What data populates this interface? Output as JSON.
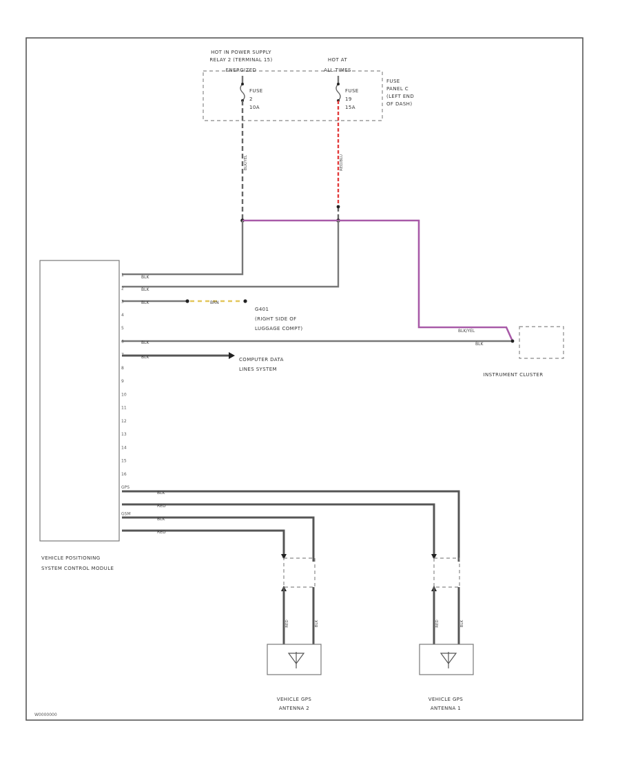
{
  "labels": {
    "hot_in_line1": "HOT IN POWER SUPPLY",
    "hot_in_line2": "RELAY 2 (TERMINAL 15)",
    "hot_in_line3": "ENERGIZED",
    "hot_at_line1": "HOT AT",
    "hot_at_line2": "ALL TIMES",
    "fuse_panel_line1": "FUSE",
    "fuse_panel_line2": "PANEL C",
    "fuse_panel_line3": "(LEFT END",
    "fuse_panel_line4": "OF DASH)",
    "fuse2_line1": "FUSE",
    "fuse2_line2": "2",
    "fuse2_line3": "10A",
    "fuse19_line1": "FUSE",
    "fuse19_line2": "19",
    "fuse19_line3": "15A",
    "ground_line1": "G401",
    "ground_line2": "(RIGHT SIDE OF",
    "ground_line3": "LUGGAGE COMPT)",
    "computer_line1": "COMPUTER DATA",
    "computer_line2": "LINES SYSTEM",
    "instrument_cluster": "INSTRUMENT CLUSTER",
    "vpscm_line1": "VEHICLE POSITIONING",
    "vpscm_line2": "SYSTEM CONTROL MODULE",
    "antenna2_line1": "VEHICLE GPS",
    "antenna2_line2": "ANTENNA 2",
    "antenna1_line1": "VEHICLE GPS",
    "antenna1_line2": "ANTENNA 1",
    "diagram_code": "W0000000"
  },
  "wire_colors": {
    "fuse2_wire": "BLK/YEL",
    "fuse19_wire": "RED/BLU",
    "ground_wire": "BRN",
    "cluster_wire": "BLK/YEL",
    "cluster_wire2": "BLK",
    "w1": "BLK",
    "w2": "BLK",
    "w3": "BLK",
    "w6": "BLK",
    "w7": "BLK",
    "gps1_sig": "BLK",
    "gps1_shield": "RED",
    "gps2_sig": "BLK",
    "gps2_shield": "RED",
    "ant2_left": "RED",
    "ant2_right": "BLK",
    "ant1_left": "RED",
    "ant1_right": "BLK"
  },
  "pins": [
    "1",
    "2",
    "3",
    "4",
    "5",
    "6",
    "7",
    "8",
    "9",
    "10",
    "11",
    "12",
    "13",
    "14",
    "15",
    "16",
    "GPS",
    "",
    "GSM",
    ""
  ],
  "colors": {
    "power_wire": "#e23a3a",
    "data_wire": "#a85aa8",
    "ground_wire": "#e3c65a",
    "line": "#777777"
  }
}
